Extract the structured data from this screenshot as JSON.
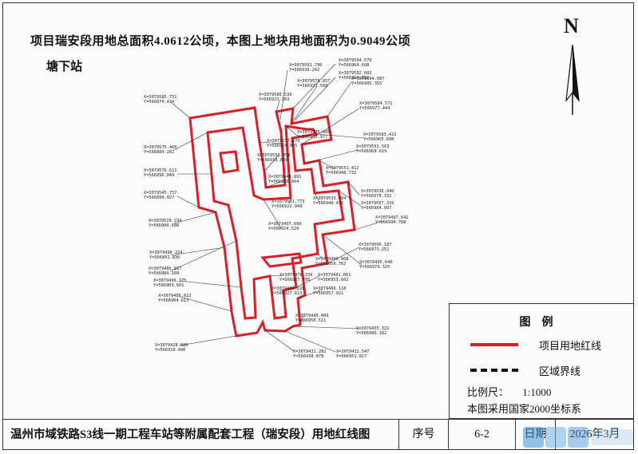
{
  "heading": "项目瑞安段用地总面积4.0612公顷，本图上地块用地面积为0.9049公顷",
  "station_name": "塘下站",
  "north_label": "N",
  "colors": {
    "red_line": "#d8202a",
    "boundary": "#111111"
  },
  "map": {
    "coordinate_labels": [
      {
        "x": "X=3079585.751",
        "y": "Y=566874.434"
      },
      {
        "x": "X=3079591.796",
        "y": "Y=566936.242"
      },
      {
        "x": "X=3079594.570",
        "y": "Y=566964.608"
      },
      {
        "x": "X=3079592.082",
        "y": "Y=566964.852"
      },
      {
        "x": "X=3079578.857",
        "y": "Y=566937.508"
      },
      {
        "x": "X=3079594.087",
        "y": "Y=566985.355"
      },
      {
        "x": "X=3079580.530",
        "y": "Y=566923.303"
      },
      {
        "x": "X=3079584.571",
        "y": "Y=566977.444"
      },
      {
        "x": "X=3079575.489",
        "y": "Y=566943.977"
      },
      {
        "x": "X=3079583.422",
        "y": "Y=566965.690"
      },
      {
        "x": "X=3079577.670",
        "y": "Y=566924.995"
      },
      {
        "x": "X=3079575.460",
        "y": "Y=566884.282"
      },
      {
        "x": "X=3079553.563",
        "y": "Y=566968.619"
      },
      {
        "x": "X=3079558.958",
        "y": "Y=566918.899"
      },
      {
        "x": "X=3079551.412",
        "y": "Y=566946.732"
      },
      {
        "x": "X=3079576.611",
        "y": "Y=566896.049"
      },
      {
        "x": "X=3079548.891",
        "y": "Y=566920.844"
      },
      {
        "x": "X=3079536.046",
        "y": "Y=566970.332"
      },
      {
        "x": "X=3079545.757",
        "y": "Y=566899.027"
      },
      {
        "x": "X=3079533.904",
        "y": "Y=566948.436"
      },
      {
        "x": "X=3079531.773",
        "y": "Y=566922.948"
      },
      {
        "x": "X=3079507.335",
        "y": "Y=566984.997"
      },
      {
        "x": "X=3079529.234",
        "y": "Y=566900.680"
      },
      {
        "x": "X=3079497.642",
        "y": "Y=566994.788"
      },
      {
        "x": "X=3079497.699",
        "y": "Y=566924.529"
      },
      {
        "x": "X=3079498.224",
        "y": "Y=566891.836"
      },
      {
        "x": "X=3079506.187",
        "y": "Y=566973.252"
      },
      {
        "x": "X=3079489.968",
        "y": "Y=566950.762"
      },
      {
        "x": "X=3079495.640",
        "y": "Y=566974.325"
      },
      {
        "x": "X=3079486.817",
        "y": "Y=566884.109"
      },
      {
        "x": "X=3079478.334",
        "y": "Y=566927.705"
      },
      {
        "x": "X=3079481.061",
        "y": "Y=566953.602"
      },
      {
        "x": "X=3079499.375",
        "y": "Y=566903.601"
      },
      {
        "x": "X=3079464.220",
        "y": "Y=566927.613"
      },
      {
        "x": "X=3079466.118",
        "y": "Y=566957.021"
      },
      {
        "x": "X=3079488.822",
        "y": "Y=566904.613"
      },
      {
        "x": "X=3079445.409",
        "y": "Y=566950.511"
      },
      {
        "x": "X=3079435.321",
        "y": "Y=566980.182"
      },
      {
        "x": "X=3079428.080",
        "y": "Y=566910.490"
      },
      {
        "x": "X=3079431.281",
        "y": "Y=566938.878"
      },
      {
        "x": "X=3079432.547",
        "y": "Y=566951.817"
      }
    ]
  },
  "legend": {
    "title": "图例",
    "red_line_label": "项目用地红线",
    "boundary_label": "区域界线",
    "scale_label": "比例尺：",
    "scale_value": "1:1000",
    "crs_note": "本图采用国家2000坐标系"
  },
  "title_block": {
    "project_title": "温州市域铁路S3线一期工程车站等附属配套工程（瑞安段）用地红线图",
    "serial_label": "序号",
    "serial_value": "6-2",
    "date_label": "日期",
    "date_value": "2026年3月"
  }
}
